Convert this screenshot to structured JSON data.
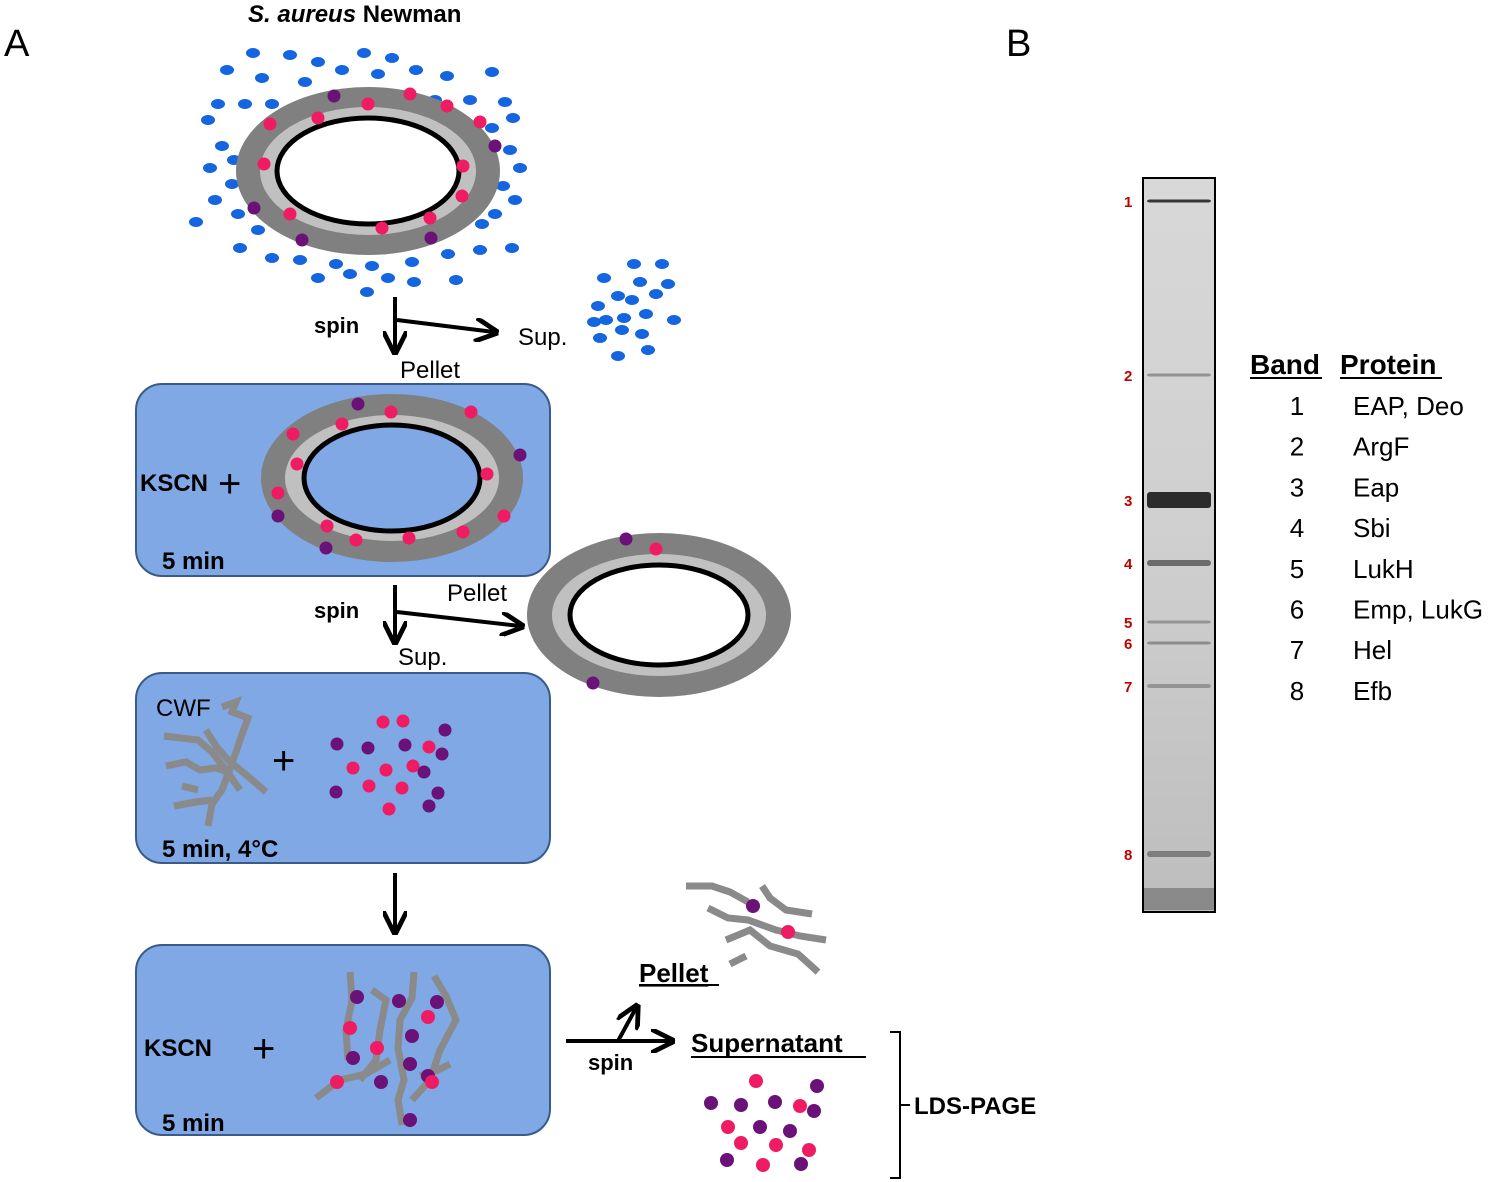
{
  "panel_a": {
    "letter": "A",
    "title_species": "S. aureus",
    "title_strain": "Newman",
    "step1": {
      "spin": "spin",
      "sup": "Sup.",
      "pellet": "Pellet"
    },
    "box1": {
      "reagent": "KSCN",
      "plus": "+",
      "time": "5 min"
    },
    "step2": {
      "spin": "spin",
      "pellet": "Pellet",
      "sup": "Sup."
    },
    "box2": {
      "reagent": "CWF",
      "plus": "+",
      "time": "5 min, 4°C"
    },
    "box3": {
      "reagent": "KSCN",
      "plus": "+",
      "time": "5 min"
    },
    "step4": {
      "spin": "spin",
      "pellet": "Pellet",
      "supernatant": "Supernatant",
      "analysis": "LDS-PAGE"
    }
  },
  "panel_b": {
    "letter": "B",
    "gel_band_markers": [
      "1",
      "2",
      "3",
      "4",
      "5",
      "6",
      "7",
      "8"
    ],
    "table": {
      "headers": [
        "Band",
        "Protein"
      ],
      "rows": [
        {
          "band": "1",
          "protein": "EAP, Deo"
        },
        {
          "band": "2",
          "protein": "ArgF"
        },
        {
          "band": "3",
          "protein": "Eap"
        },
        {
          "band": "4",
          "protein": "Sbi"
        },
        {
          "band": "5",
          "protein": "LukH"
        },
        {
          "band": "6",
          "protein": "Emp, LukG"
        },
        {
          "band": "7",
          "protein": "Hel"
        },
        {
          "band": "8",
          "protein": "Efb"
        }
      ]
    }
  },
  "colors": {
    "box_fill": "#7fa8e4",
    "box_stroke": "#3a5a8a",
    "blue_dot": "#1565e0",
    "pink_dot": "#ef1c63",
    "purple_dot": "#6a1278",
    "wall_outer": "#808080",
    "wall_inner": "#c0c0c0",
    "band_label": "#c00000"
  }
}
